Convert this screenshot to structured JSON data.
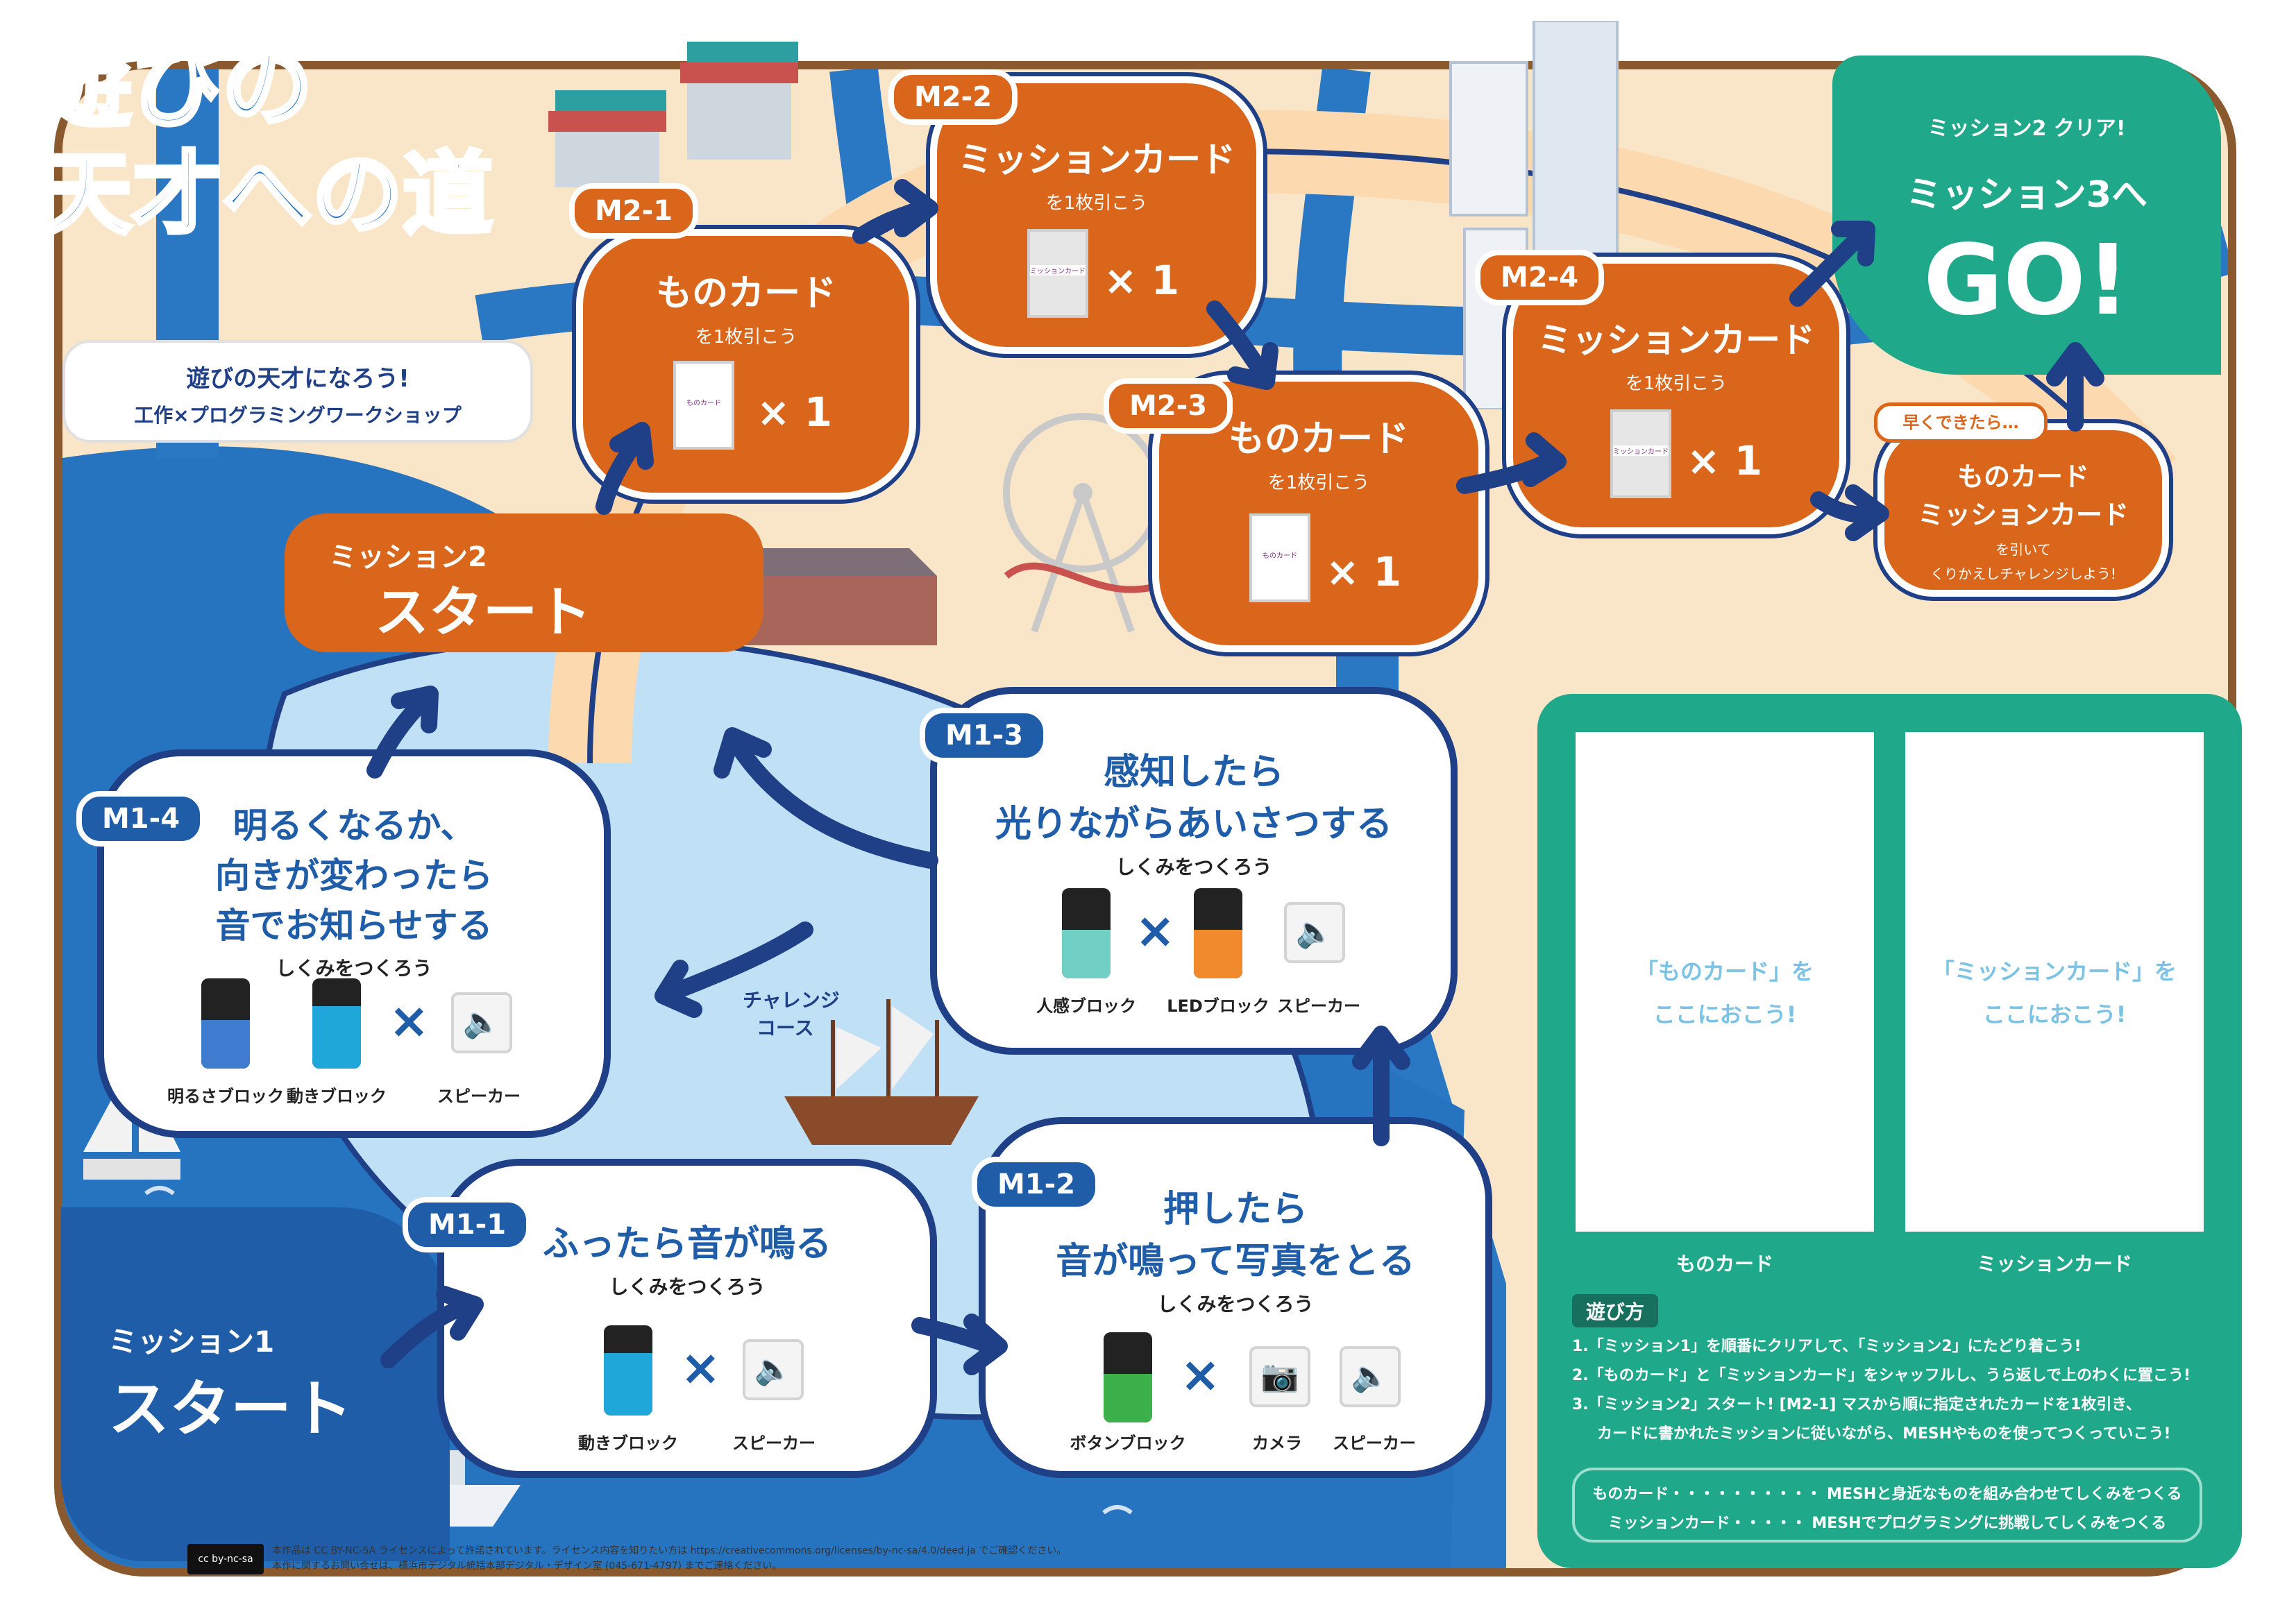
{
  "title_line1": "遊びの",
  "title_line2": "天才への道",
  "subtitle_line1": "遊びの天才になろう!",
  "subtitle_line2": "工作×プログラミングワークショップ",
  "mission2": {
    "label": "ミッション2",
    "start": "スタート"
  },
  "mission1": {
    "label": "ミッション1",
    "start": "スタート"
  },
  "m2_1": {
    "badge": "M2-1",
    "title": "ものカード",
    "sub": "を1枚引こう",
    "card_text": "ものカード",
    "count": "× 1"
  },
  "m2_2": {
    "badge": "M2-2",
    "title": "ミッションカード",
    "sub": "を1枚引こう",
    "card_text": "ミッションカード",
    "count": "× 1"
  },
  "m2_3": {
    "badge": "M2-3",
    "title": "ものカード",
    "sub": "を1枚引こう",
    "card_text": "ものカード",
    "count": "× 1"
  },
  "m2_4": {
    "badge": "M2-4",
    "title": "ミッションカード",
    "sub": "を1枚引こう",
    "card_text": "ミッションカード",
    "count": "× 1"
  },
  "early": {
    "badge": "早くできたら…",
    "line1": "ものカード",
    "line2": "ミッションカード",
    "line3": "を引いて",
    "line4": "くりかえしチャレンジしよう!"
  },
  "goal": {
    "clear": "ミッション2 クリア!",
    "next": "ミッション3へ",
    "go": "GO!"
  },
  "m1_1": {
    "badge": "M1-1",
    "title": "ふったら音が鳴る",
    "sub": "しくみをつくろう",
    "dev1": "動きブロック",
    "dev2": "スピーカー"
  },
  "m1_2": {
    "badge": "M1-2",
    "title1": "押したら",
    "title2": "音が鳴って写真をとる",
    "sub": "しくみをつくろう",
    "dev1": "ボタンブロック",
    "dev2": "カメラ",
    "dev3": "スピーカー"
  },
  "m1_3": {
    "badge": "M1-3",
    "title1": "感知したら",
    "title2": "光りながらあいさつする",
    "sub": "しくみをつくろう",
    "dev1": "人感ブロック",
    "dev2": "LEDブロック",
    "dev3": "スピーカー"
  },
  "m1_4": {
    "badge": "M1-4",
    "title1": "明るくなるか、",
    "title2": "向きが変わったら",
    "title3": "音でお知らせする",
    "sub": "しくみをつくろう",
    "dev1": "明るさブロック",
    "dev2": "動きブロック",
    "dev3": "スピーカー"
  },
  "challenge": {
    "line1": "チャレンジ",
    "line2": "コース"
  },
  "panel": {
    "slot1_text1": "「ものカード」を",
    "slot1_text2": "ここにおこう!",
    "slot2_text1": "「ミッションカード」を",
    "slot2_text2": "ここにおこう!",
    "slot1_label": "ものカード",
    "slot2_label": "ミッションカード",
    "howto_title": "遊び方",
    "rule1": "1.「ミッション1」を順番にクリアして、「ミッション2」にたどり着こう!",
    "rule2": "2.「ものカード」と「ミッションカード」をシャッフルし、うら返しで上のわくに置こう!",
    "rule3a": "3.「ミッション2」スタート! [M2-1] マスから順に指定されたカードを1枚引き、",
    "rule3b": "カードに書かれたミッションに従いながら、MESHやものを使ってつくっていこう!",
    "legend1": "ものカード・・・・・・・・・・ MESHと身近なものを組み合わせてしくみをつくる",
    "legend2": "ミッションカード・・・・・ MESHでプログラミングに挑戦してしくみをつくる"
  },
  "license": {
    "cc_label": "cc by-nc-sa",
    "line1": "本作品は CC BY-NC-SA ライセンスによって許諾されています。ライセンス内容を知りたい方は https://creativecommons.org/licenses/by-nc-sa/4.0/deed.ja でご確認ください。",
    "line2": "本作に関するお問い合せは、横浜市デジタル統括本部デジタル・デザイン室 (045-671-4797) までご連絡ください。"
  },
  "icons": [
    "speaker-icon",
    "camera-icon"
  ],
  "colors": {
    "orange": "#d9661b",
    "navy": "#1f3f87",
    "blue": "#1f5da8",
    "teal": "#20a88a",
    "sea": "#2a78c4",
    "sand": "#f9e6c8"
  }
}
